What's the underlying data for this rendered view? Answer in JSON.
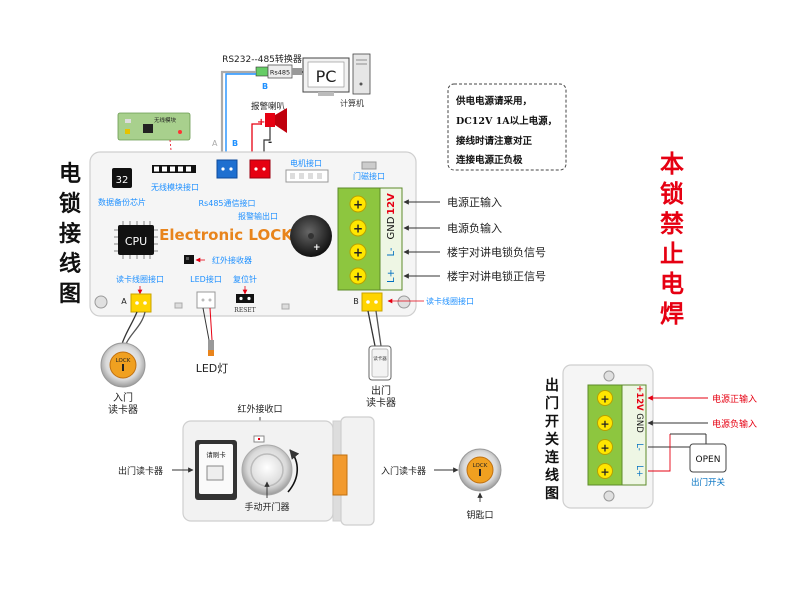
{
  "title_vertical": [
    "电",
    "锁",
    "接",
    "线",
    "图"
  ],
  "warning_vertical": [
    "本",
    "锁",
    "禁",
    "止",
    "电",
    "焊"
  ],
  "exit_title_vertical": [
    "出",
    "门",
    "开",
    "关",
    "连",
    "线",
    "图"
  ],
  "board": {
    "brand": "Electronic LOCK",
    "cpu": "CPU",
    "chip_number": "32",
    "data_chip": "数据备份芯片",
    "wireless_port": "无线模块接口",
    "wireless_module": "无线模块",
    "rs485_port": "Rs485通信接口",
    "alarm_out": "报警输出口",
    "motor_port": "电机接口",
    "door_port": "门磁接口",
    "ir_receiver": "红外接收器",
    "reader_port_a": "读卡线圈接口",
    "reader_port_b": "读卡线圈接口",
    "led_port": "LED接口",
    "reset_label": "复位针",
    "reset_text": "RESET",
    "port_a": "A",
    "port_b": "B",
    "wire_a": "A",
    "wire_b": "B"
  },
  "terminal_labels": [
    "12V",
    "GND",
    "L-",
    "L+"
  ],
  "terminal_descriptions": [
    "电源正输入",
    "电源负输入",
    "楼宇对讲电锁负信号",
    "楼宇对讲电锁正信号"
  ],
  "converter": {
    "label": "RS232--485转换器",
    "tag": "Rs485"
  },
  "pc": {
    "label": "PC",
    "caption": "计算机"
  },
  "alarm_horn": "报警喇叭",
  "note_lines": [
    "供电电源请采用，",
    "DC12V 1A以上电源，",
    "接线时请注意对正",
    "连接电源正负极"
  ],
  "reader_in": {
    "badge": "LOCK",
    "label": [
      "入门",
      "读卡器"
    ]
  },
  "reader_out": {
    "badge": "读卡器",
    "label": [
      "出门",
      "读卡器"
    ]
  },
  "led_lamp": "LED灯",
  "lock_body": {
    "ir_label": "红外接收口",
    "card_tag": "请刷卡",
    "exit_reader": "出门读卡器",
    "entry_reader": "入门读卡器",
    "manual": "手动开门器",
    "keyhole": "钥匙口",
    "lock_badge": "LOCK"
  },
  "exit_switch": {
    "terminals": [
      "+12V",
      "GND",
      "L-",
      "L+"
    ],
    "desc_pos": "电源正输入",
    "desc_neg": "电源负输入",
    "open": "OPEN",
    "caption": "出门开关"
  },
  "colors": {
    "terminal_green": "#8dc63f",
    "terminal_red": "#e60012",
    "accent_blue": "#0070c0",
    "port_blue": "#1e90ff",
    "port_yellow": "#ffd400",
    "brand_orange": "#e8841c",
    "wire_red": "#e60012"
  }
}
